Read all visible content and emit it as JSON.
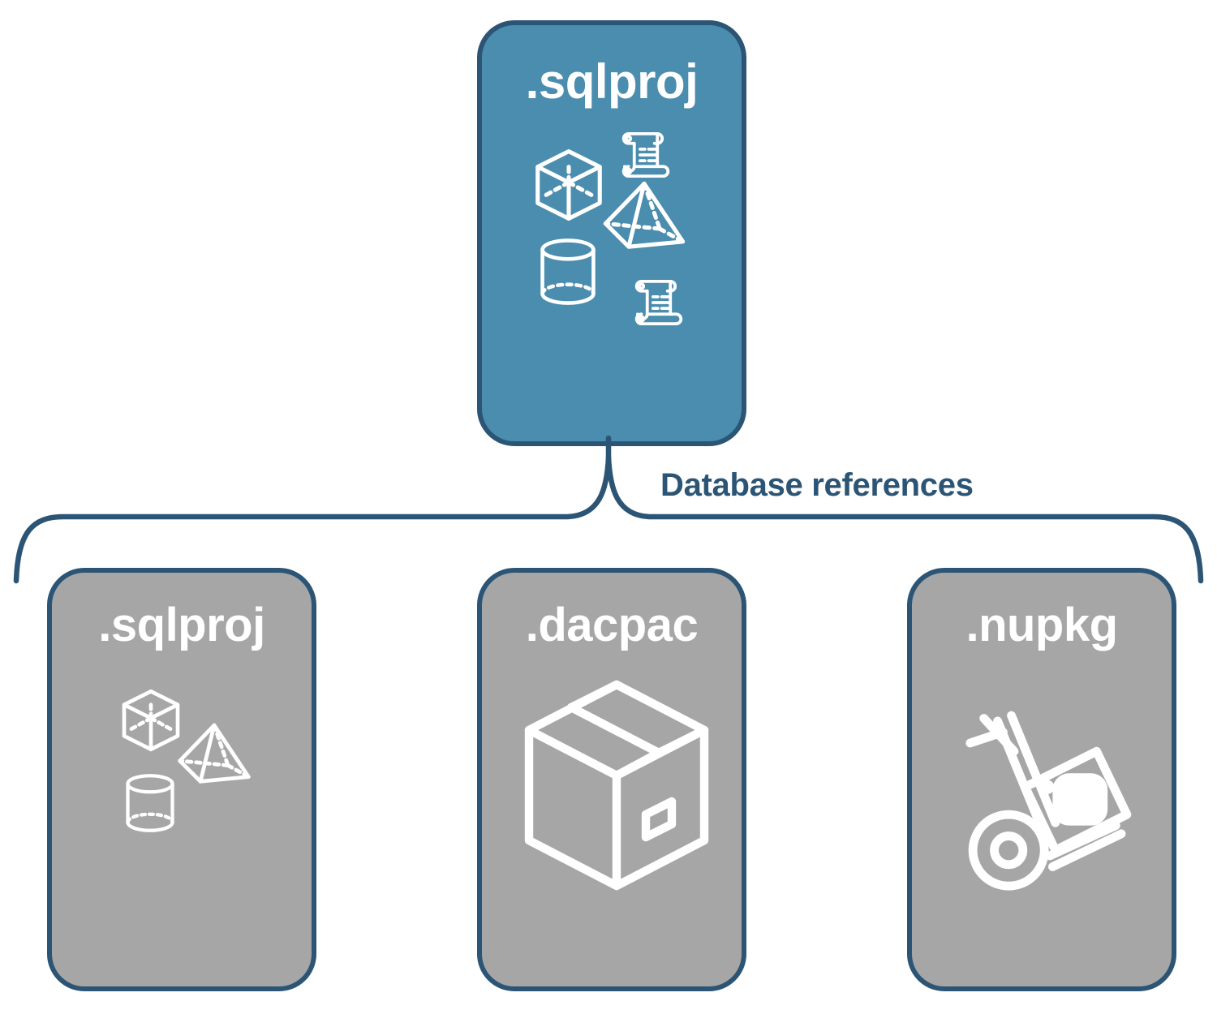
{
  "diagram": {
    "title_text": "Database references",
    "colors": {
      "root_fill": "#4A8DAE",
      "reference_fill": "#A6A6A6",
      "outline": "#2C5575",
      "icon_stroke": "#FFFFFF",
      "background": "#FFFFFF",
      "label_text": "#2C5575"
    }
  },
  "root_node": {
    "label": ".sqlproj",
    "icons": [
      "scroll-icon",
      "cube-icon",
      "pyramid-icon",
      "cylinder-icon",
      "scroll-icon"
    ]
  },
  "reference_nodes": [
    {
      "label": ".sqlproj",
      "icons": [
        "cube-icon",
        "pyramid-icon",
        "cylinder-icon"
      ]
    },
    {
      "label": ".dacpac",
      "icons": [
        "package-box-icon"
      ]
    },
    {
      "label": ".nupkg",
      "icons": [
        "hand-truck-icon"
      ]
    }
  ],
  "connector": {
    "type": "curly-brace",
    "label": "Database references",
    "from": ".sqlproj",
    "to": [
      ".sqlproj",
      ".dacpac",
      ".nupkg"
    ]
  }
}
